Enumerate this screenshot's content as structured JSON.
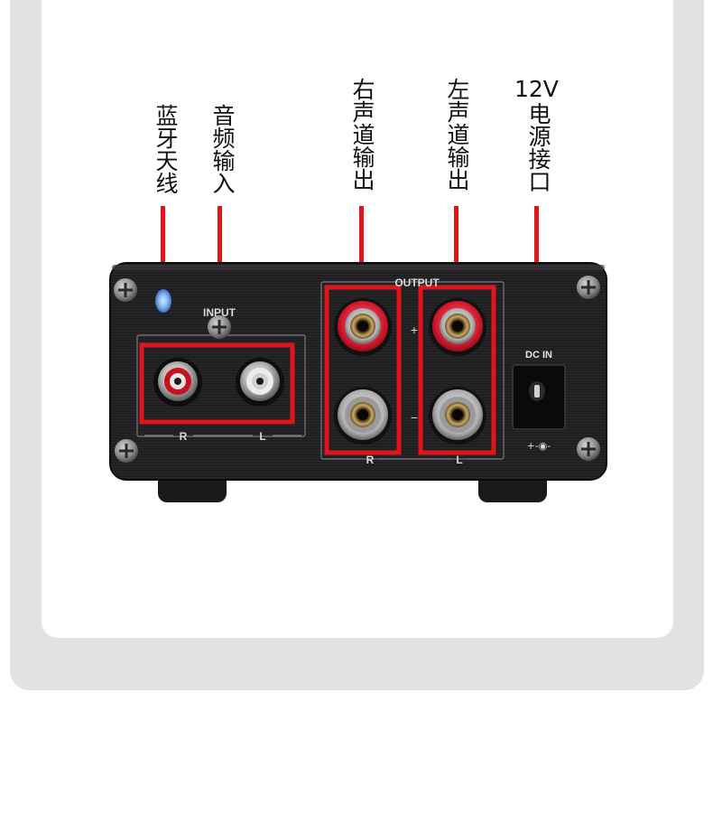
{
  "labels": {
    "bluetooth_antenna": "蓝牙天线",
    "audio_input": "音频输入",
    "right_channel_output": "右声道输出",
    "left_channel_output": "左声道输出",
    "dc12v_top": "12V",
    "dc12v_rest": "电源接口"
  },
  "panel": {
    "input_label": "INPUT",
    "output_label": "OUTPUT",
    "dc_label": "DC IN",
    "rca_r": "R",
    "rca_l": "L",
    "out_r": "R",
    "out_l": "L",
    "plus": "+",
    "minus": "−",
    "polarity": "+-◉-"
  },
  "colors": {
    "accent_red": "#e0151b",
    "panel_black": "#1c1c1e",
    "background_grey": "#e2e2e2"
  }
}
